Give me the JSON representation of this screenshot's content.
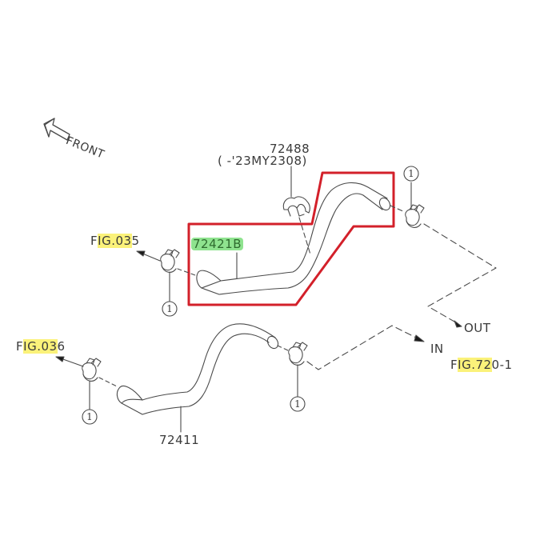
{
  "diagram": {
    "front_label": "FRONT",
    "clip_part": {
      "number": "72488",
      "range": "(     -'23MY2308)"
    },
    "highlighted_hose": {
      "number": "72421B",
      "highlight_color": "#8fe38f",
      "outline_color": "#d3202a"
    },
    "lower_hose": {
      "number": "72411"
    },
    "figure_refs": [
      {
        "prefix": "F",
        "highlight": "IG.03",
        "suffix": "5"
      },
      {
        "prefix": "F",
        "highlight": "IG.03",
        "suffix": "6"
      },
      {
        "prefix": "F",
        "highlight": "IG.72",
        "suffix": "0-1"
      }
    ],
    "flow_labels": {
      "out": "OUT",
      "in": "IN"
    },
    "clamp_callout": "1",
    "highlight_color": "#fbf27a"
  }
}
